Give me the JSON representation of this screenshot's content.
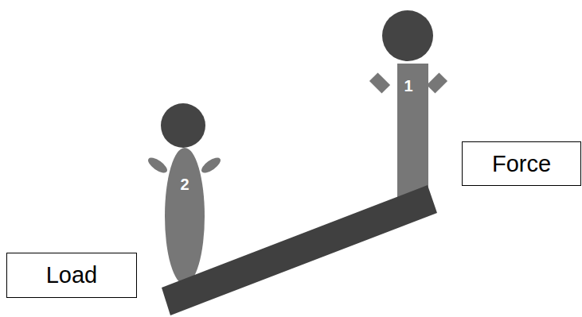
{
  "diagram": {
    "nodes": [
      {
        "text": [
          "Force"
        ]
      },
      {
        "text": [
          "Load"
        ]
      }
    ],
    "labels": [
      "1",
      "2"
    ]
  }
}
